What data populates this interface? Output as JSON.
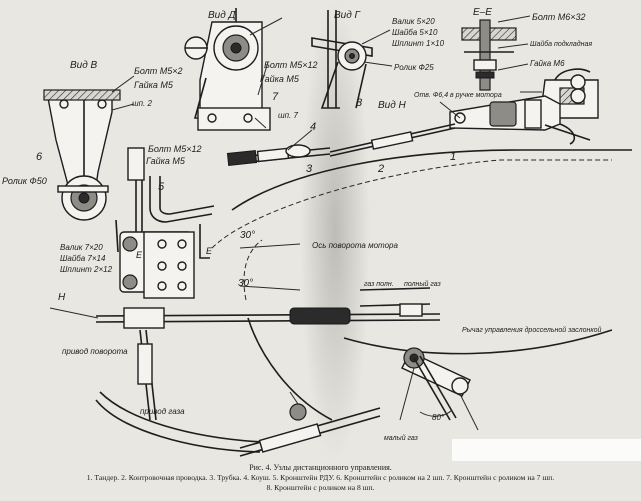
{
  "labels": {
    "view_v": "Вид В",
    "view_d": "Вид Д",
    "view_g": "Вид Г",
    "section_ee": "Е–Е",
    "view_n": "Вид Н",
    "bolt_m5_2": "Болт М5×2",
    "nut_m5": "Гайка М5",
    "bracket_2": "шп. 2",
    "roller_50": "Ролик Ф50",
    "bolt_m5_12_a": "Болт М5×12",
    "nut_m5_a": "Гайка М5",
    "bracket_7": "шп. 7",
    "bolt_m5_12_b": "Болт М5×12",
    "nut_m5_b": "Гайка М5",
    "shaft_5_20": "Валик 5×20",
    "washer_5_10": "Шайба 5×10",
    "pin_1_10": "Шплинт 1×10",
    "roller_25": "Ролик Ф25",
    "bolt_m6_32": "Болт М6×32",
    "washer_note": "Шайба подкладная",
    "nut_m6": "Гайка М6",
    "hole_note": "Отв. Ф6,4 в ручке мотора",
    "shaft_7_20": "Валик 7×20",
    "washer_7_14": "Шайба 7×14",
    "pin_2_12": "Шплинт 2×12",
    "motor_turn": "Ось поворота мотора",
    "throttle_lever": "Рычаг управления дроссельной заслонкой",
    "full_gas": "полный газ",
    "low_gas": "малый газ",
    "turn_lever": "привод поворота",
    "gas_drive": "привод газа",
    "gas_full_short": "газ полн.",
    "angle_30_a": "30°",
    "angle_30_b": "30°",
    "angle_80": "80°",
    "view_h_letter": "Н",
    "e_left": "Е",
    "e_right": "Е",
    "callout_1": "1",
    "callout_2": "2",
    "callout_3": "3",
    "callout_4": "4",
    "callout_5": "5",
    "callout_6": "6",
    "callout_7": "7",
    "callout_8": "8"
  },
  "caption": {
    "title": "Рис. 4. Узлы дистанционного управления.",
    "parts_line": "1. Тандер. 2. Контровочная проводка. 3. Трубка. 4. Коуш. 5. Кронштейн РДУ. 6. Кронштейн с роликом на 2 шп. 7. Кронштейн с роликом на 7 шп.",
    "parts_line2": "8. Кронштейн с роликом на 8 шп."
  },
  "colors": {
    "paper": "#e9e7e1",
    "ink": "#1e1e1e"
  }
}
